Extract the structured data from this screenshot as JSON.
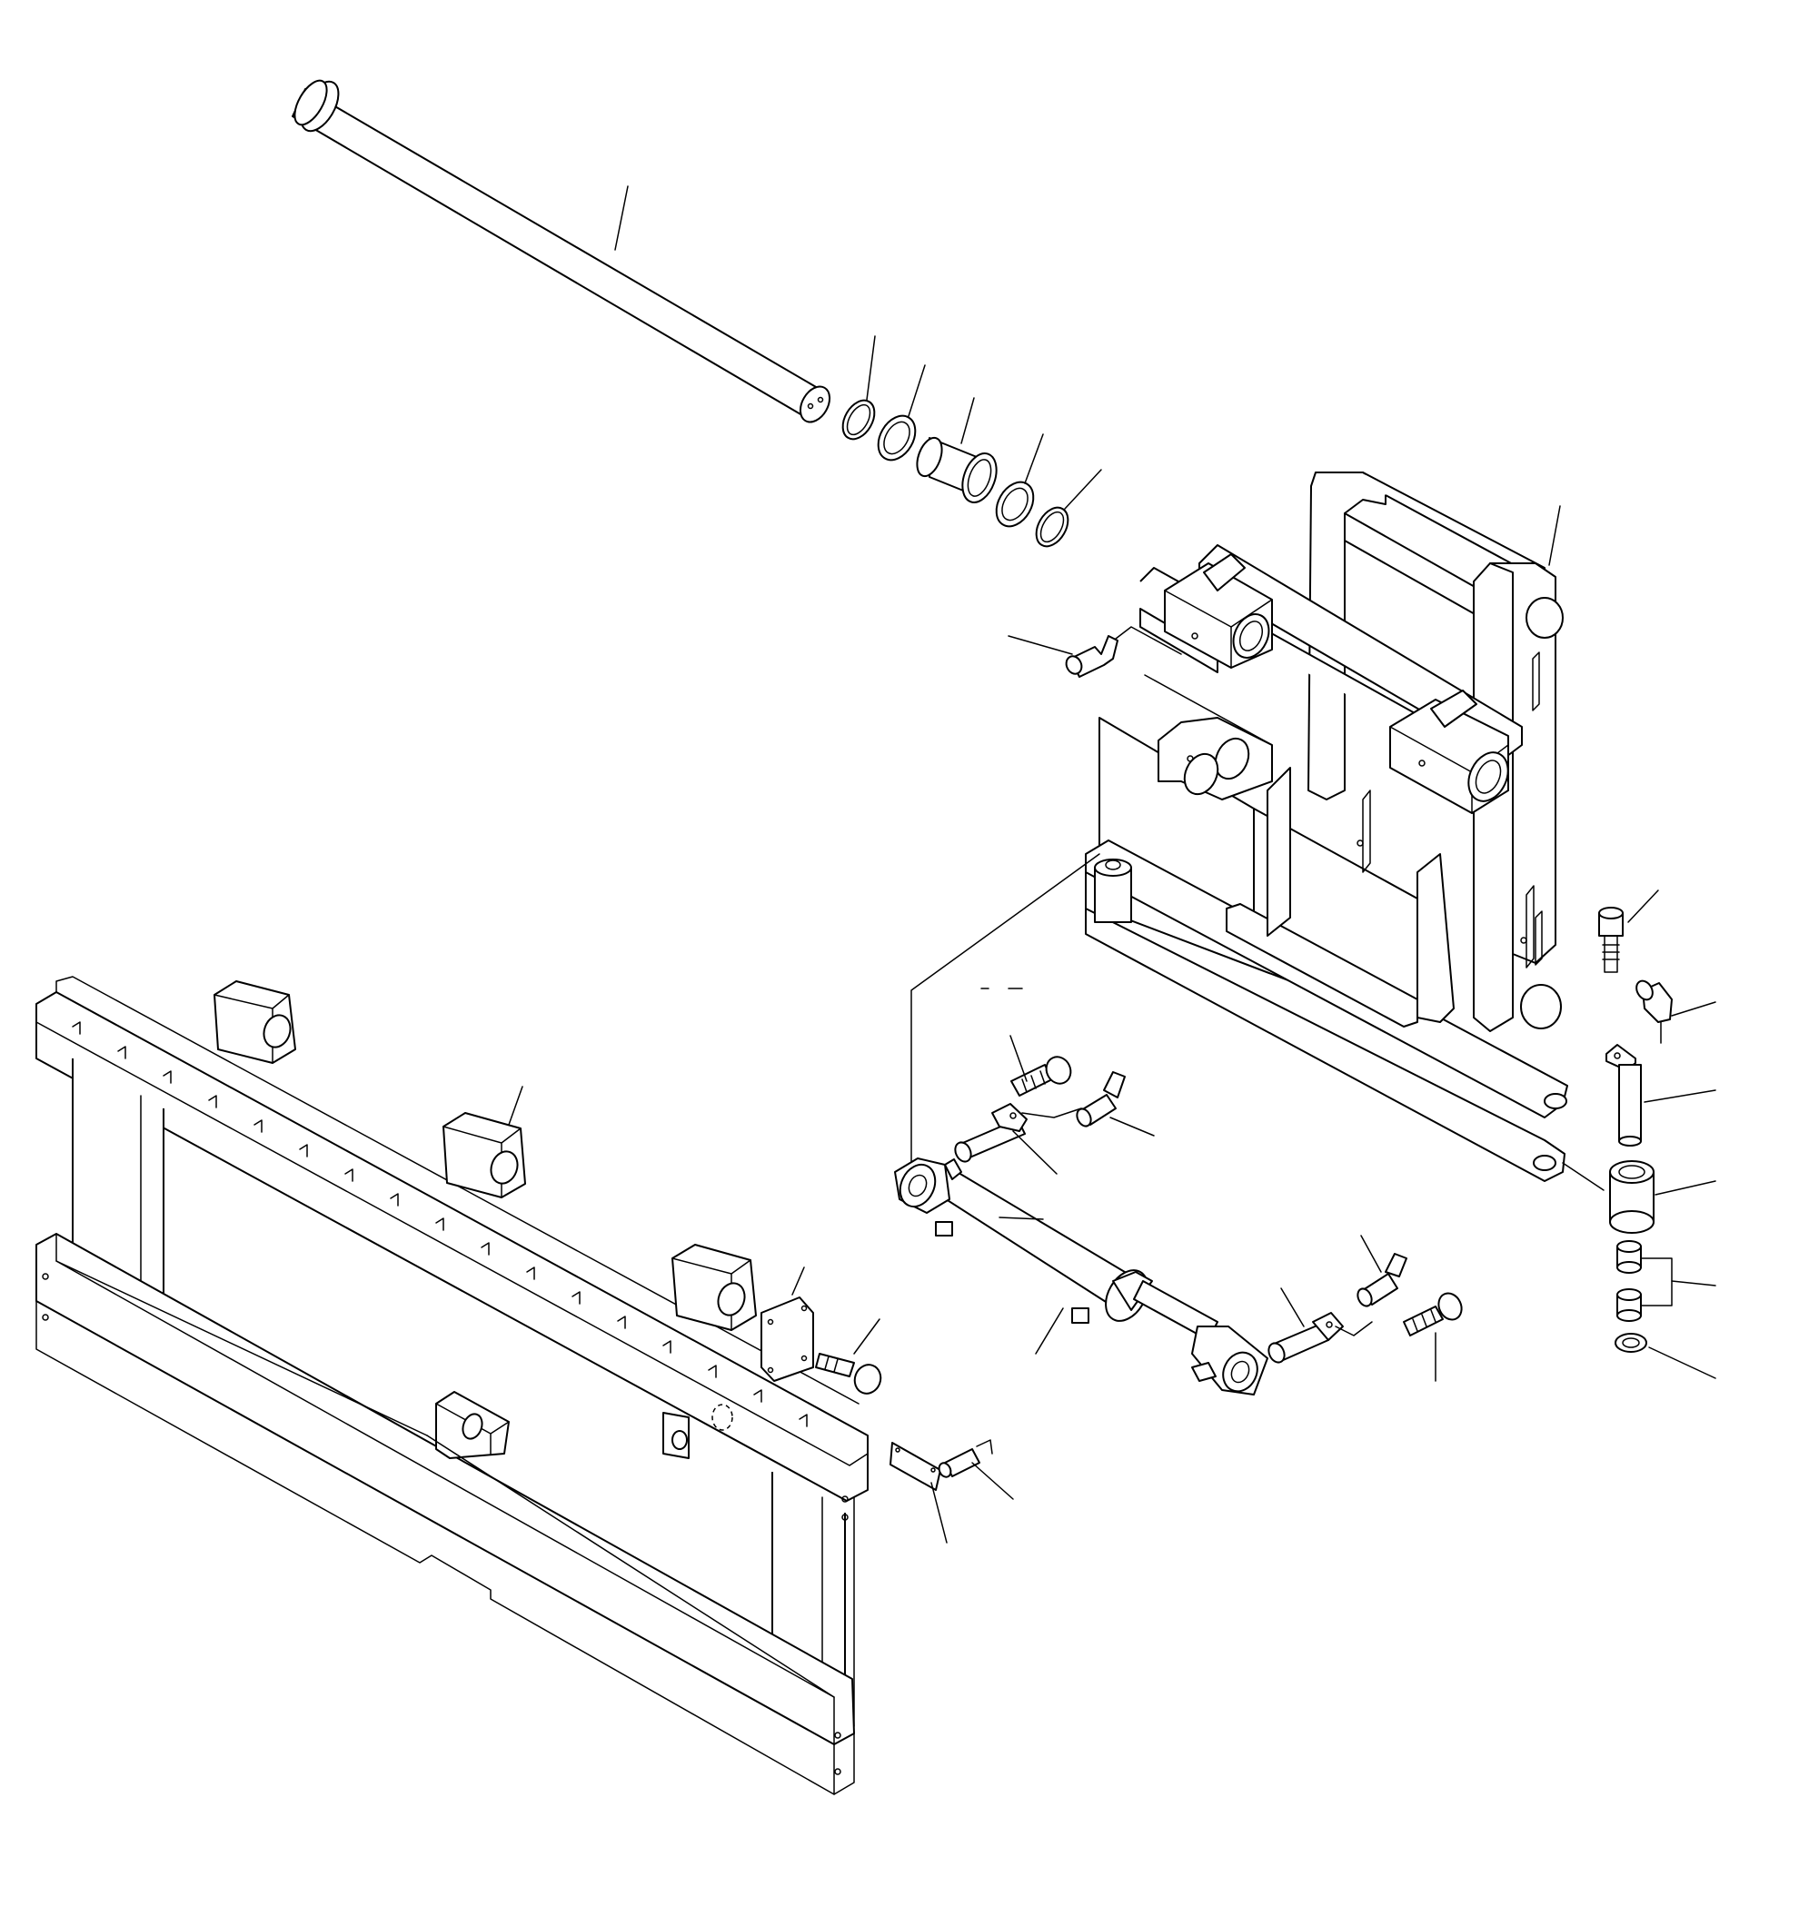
{
  "diagram": {
    "type": "exploded-parts-drawing",
    "line_color": "#000000",
    "background": "#ffffff",
    "parts": [
      "pin",
      "snap-ring",
      "seal-ring",
      "bushing",
      "bracket-assembly",
      "grease-fitting",
      "bolt",
      "elbow-fitting",
      "pin",
      "bushing",
      "collar",
      "washer",
      "hydraulic-cylinder",
      "fork-carriage-frame",
      "plate"
    ]
  }
}
